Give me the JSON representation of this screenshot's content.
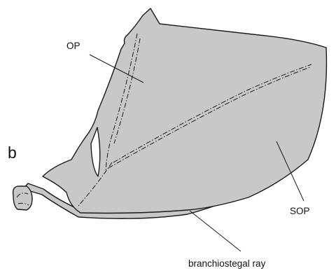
{
  "figure": {
    "panel_letter": "b",
    "fill_color": "#c8c8c8",
    "line_color": "#1a1a1a",
    "labels": {
      "opercle": "OP",
      "subopercle": "SOP",
      "branchiostegal": "branchiostegal ray"
    }
  }
}
